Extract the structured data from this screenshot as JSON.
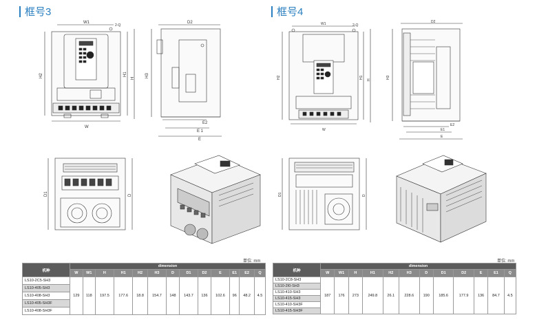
{
  "frame3": {
    "title": "框号3",
    "dims": {
      "W1": "W1",
      "W": "W",
      "Q": "2-Q",
      "H": "H",
      "H1": "H1",
      "H2": "H2",
      "D2": "D2",
      "H3": "H3",
      "E2": "E2",
      "E1": "E 1",
      "E": "E",
      "D1": "D1",
      "D": "D"
    }
  },
  "frame4": {
    "title": "框号4",
    "dims": {
      "W1": "W1",
      "W": "W",
      "Q": "2-Q",
      "H": "H",
      "H1": "H1",
      "H2": "H2",
      "D2": "D2",
      "H3": "H3",
      "E2": "E2",
      "E1": "E1",
      "E": "E",
      "D1": "D1",
      "D": "D"
    }
  },
  "unit_label": "单位: mm",
  "table3": {
    "model_header": "机种",
    "dimension_header": "dimension",
    "columns": [
      "W",
      "W1",
      "H",
      "H1",
      "H2",
      "H3",
      "D",
      "D1",
      "D2",
      "E",
      "E1",
      "E2",
      "Q"
    ],
    "models": [
      "LS10-2C5-SH3",
      "LS10-405-SH3",
      "LS10-408-SH3",
      "LS10-405-SH3F",
      "LS10-408-SH3F"
    ],
    "values": [
      "129",
      "118",
      "197.5",
      "177.6",
      "18.8",
      "154.7",
      "148",
      "143.7",
      "136",
      "102.6",
      "96",
      "48.2",
      "4.5"
    ]
  },
  "table4": {
    "model_header": "机种",
    "dimension_header": "dimension",
    "columns": [
      "W",
      "W1",
      "H",
      "H1",
      "H2",
      "H3",
      "D",
      "D1",
      "D2",
      "E",
      "E1",
      "Q"
    ],
    "models": [
      "LS10-2C8-SH3",
      "LS10-2I0-SH3",
      "LS10-410-SH3",
      "LS10-415-SH3",
      "LS10-410-SH3F",
      "LS10-415-SH3F"
    ],
    "values": [
      "187",
      "176",
      "273",
      "249.8",
      "26.1",
      "228.6",
      "190",
      "185.6",
      "177.9",
      "136",
      "84.7",
      "4.5"
    ]
  }
}
